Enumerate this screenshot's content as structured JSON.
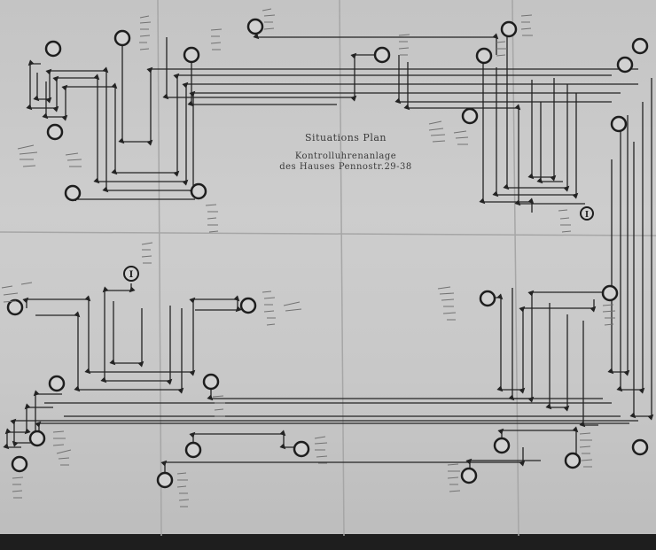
{
  "plan": {
    "title": "Situations Plan",
    "subtitle_line1": "Kontrolluhrenanlage",
    "subtitle_line2": "des Hauses Pennostr.29-38"
  },
  "stations": {
    "marked_label": "I"
  },
  "colors": {
    "paper": "#c8c8c8",
    "ink": "#232323",
    "fold": "#a9a9a9",
    "pencil": "#6e6e6e"
  }
}
